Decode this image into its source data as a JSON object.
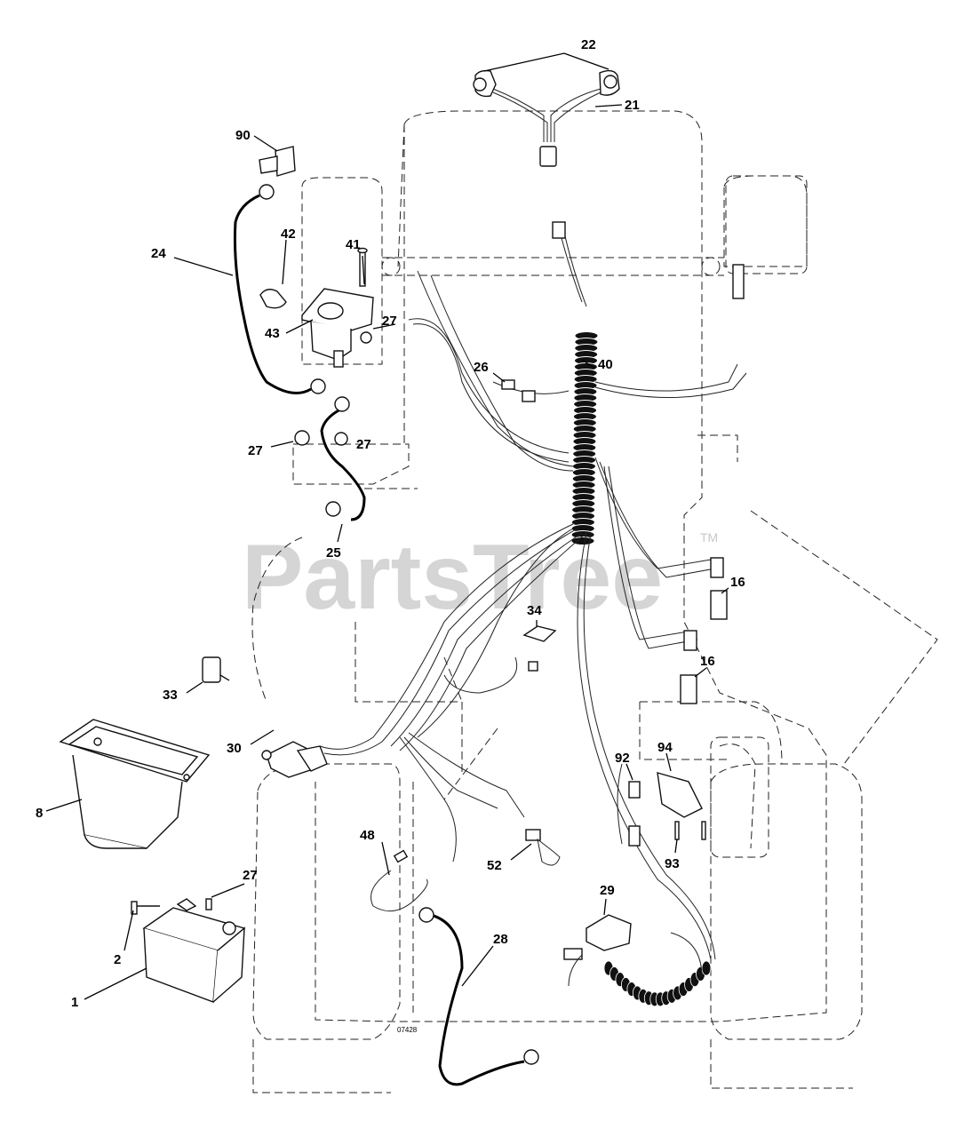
{
  "watermark": {
    "text": "PartsTree",
    "trademark": "TM"
  },
  "drawing_code": "07428",
  "callouts": {
    "c1": "1",
    "c2": "2",
    "c8": "8",
    "c16a": "16",
    "c16b": "16",
    "c21": "21",
    "c22": "22",
    "c24": "24",
    "c25": "25",
    "c26": "26",
    "c27a": "27",
    "c27b": "27",
    "c27c": "27",
    "c27d": "27",
    "c28": "28",
    "c29": "29",
    "c30": "30",
    "c33": "33",
    "c34": "34",
    "c40": "40",
    "c41": "41",
    "c42": "42",
    "c43": "43",
    "c48": "48",
    "c52": "52",
    "c90": "90",
    "c92": "92",
    "c93": "93",
    "c94": "94"
  }
}
